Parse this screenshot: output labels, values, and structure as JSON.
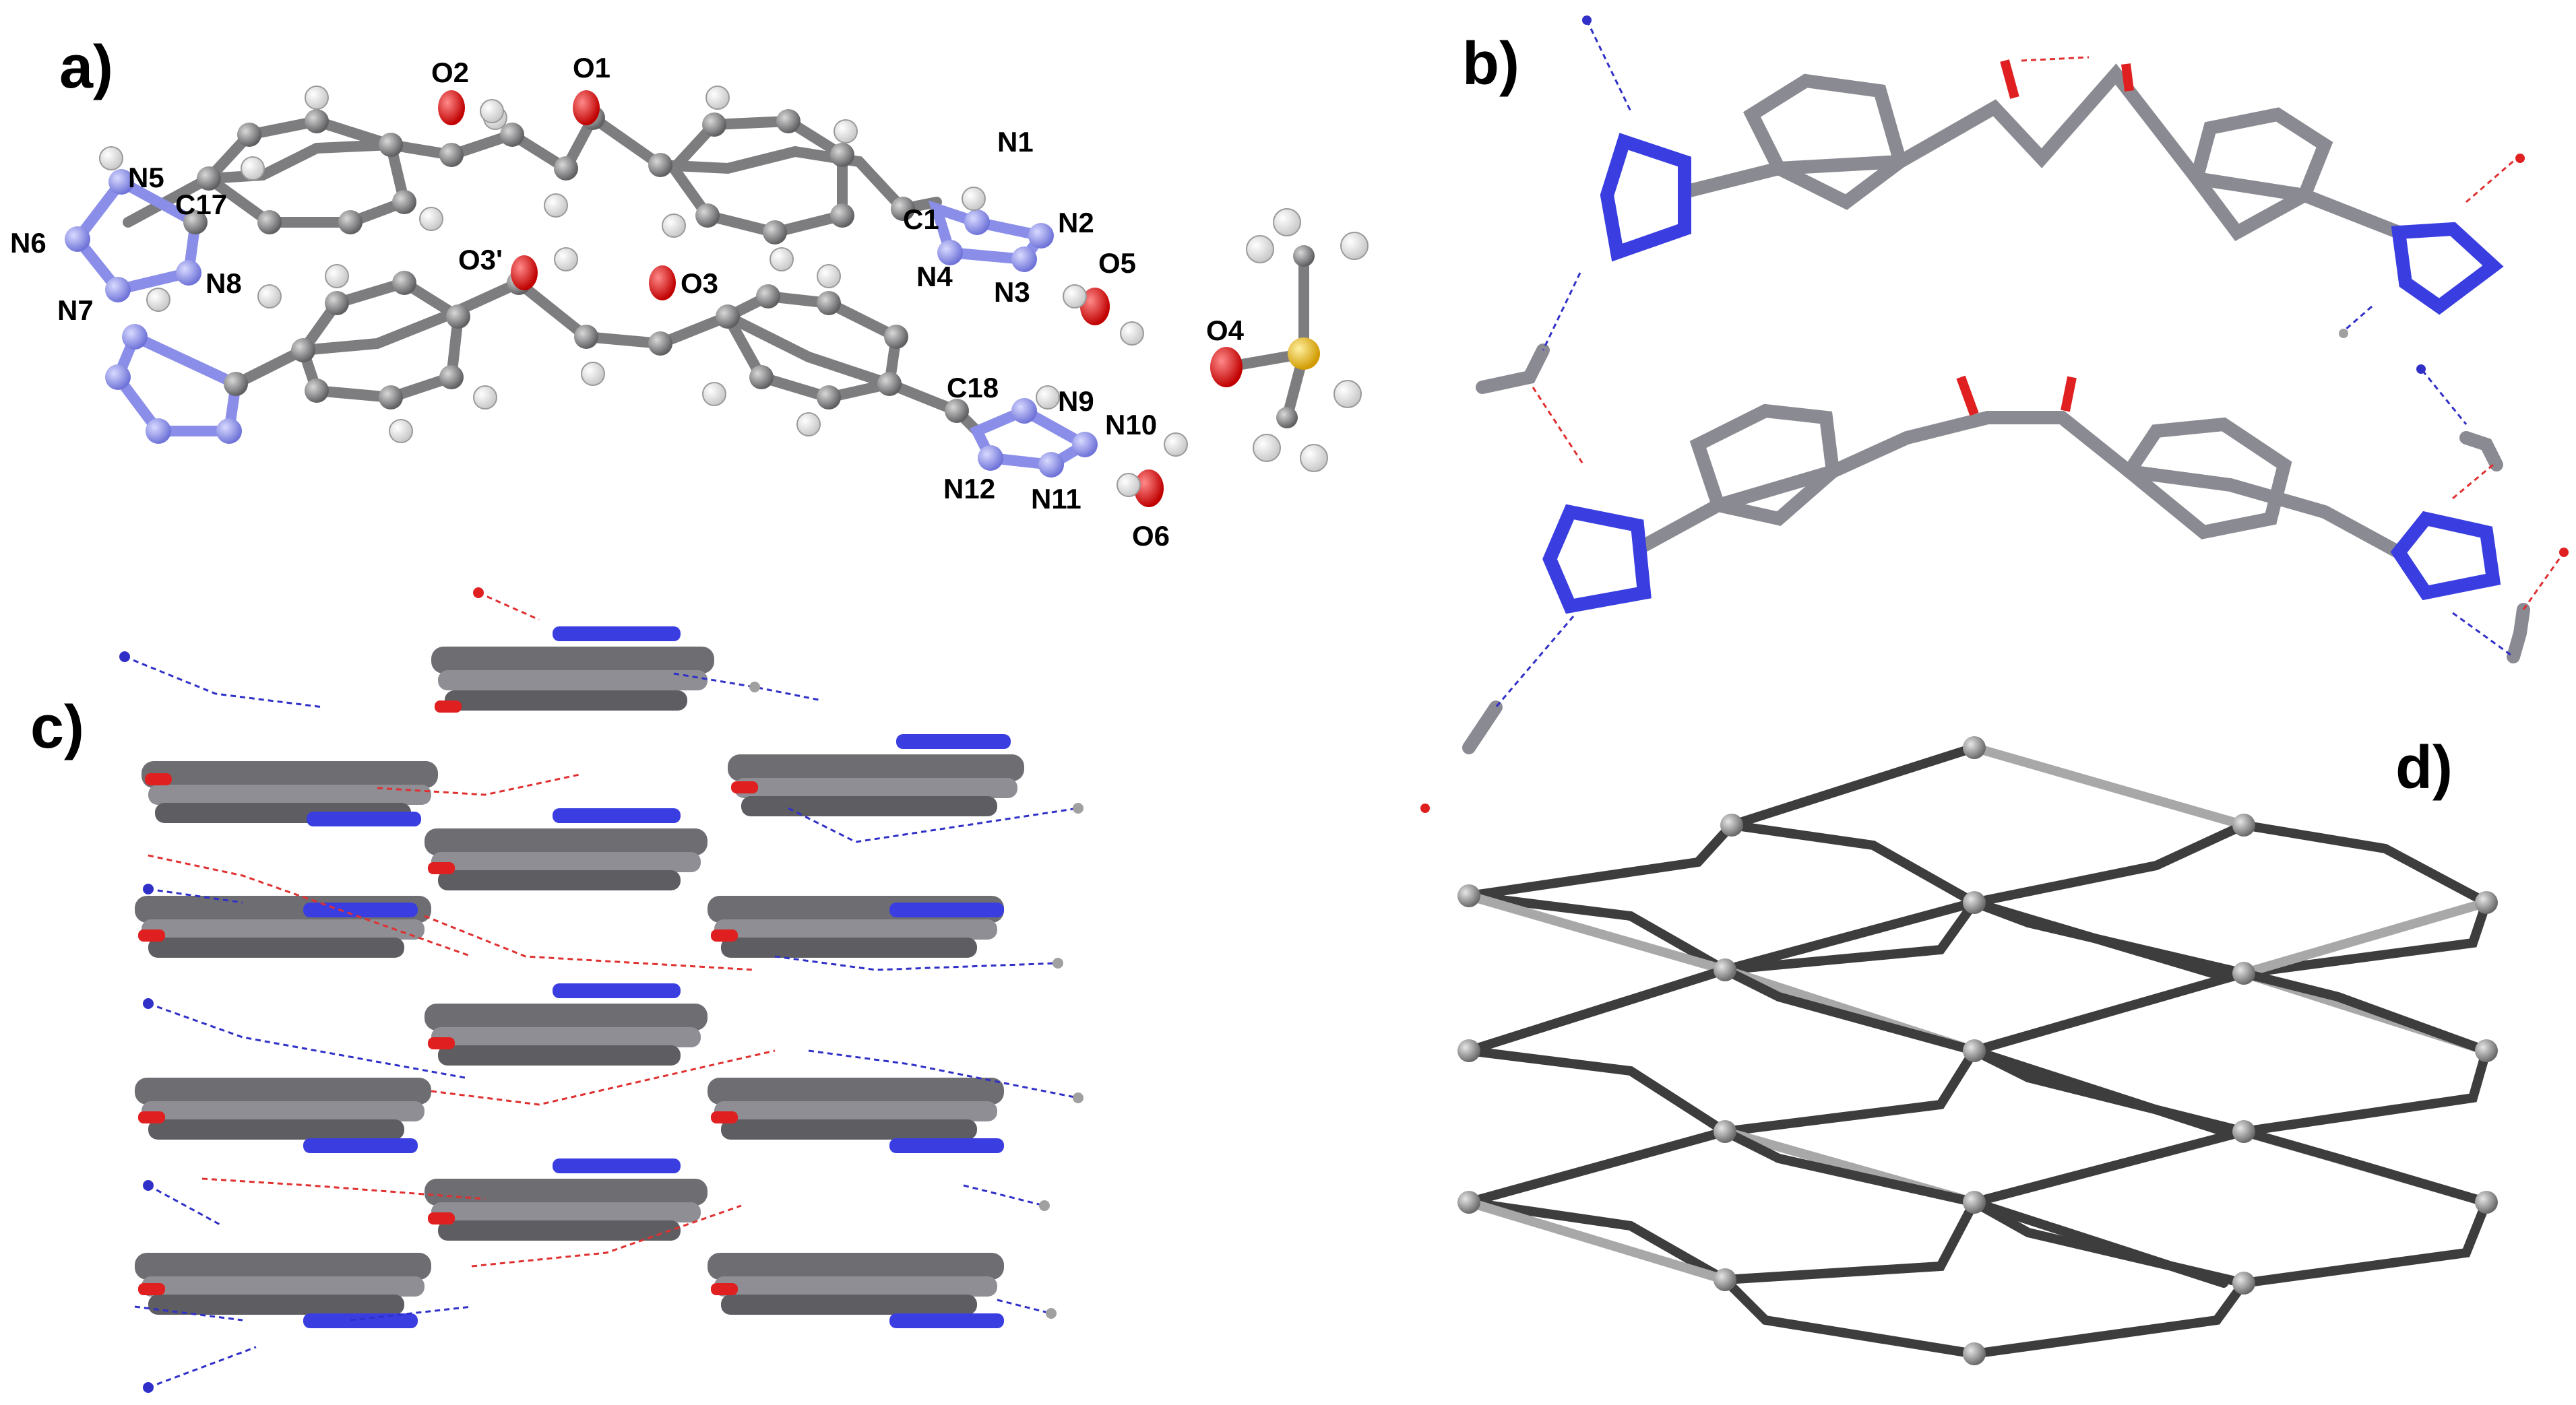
{
  "panels": {
    "a": "a)",
    "b": "b)",
    "c": "c)",
    "d": "d)"
  },
  "atom_labels": {
    "o2": "O2",
    "o1": "O1",
    "n5": "N5",
    "c17": "C17",
    "n6": "N6",
    "n7": "N7",
    "n8": "N8",
    "c1": "C1",
    "n1": "N1",
    "n2": "N2",
    "n4": "N4",
    "n3": "N3",
    "o5": "O5",
    "o3p": "O3'",
    "o3": "O3",
    "c18": "C18",
    "n9": "N9",
    "n10": "N10",
    "n12": "N12",
    "n11": "N11",
    "o6": "O6",
    "o4": "O4"
  },
  "colors": {
    "carbon": "#7d7d80",
    "hydrogen": "#f2f2f2",
    "nitrogen": "#8a8ee8",
    "oxygen": "#e01010",
    "sulfur": "#e8b400",
    "stick_nitrogen": "#3a3ee0",
    "network_node": "#9a9a9a"
  }
}
